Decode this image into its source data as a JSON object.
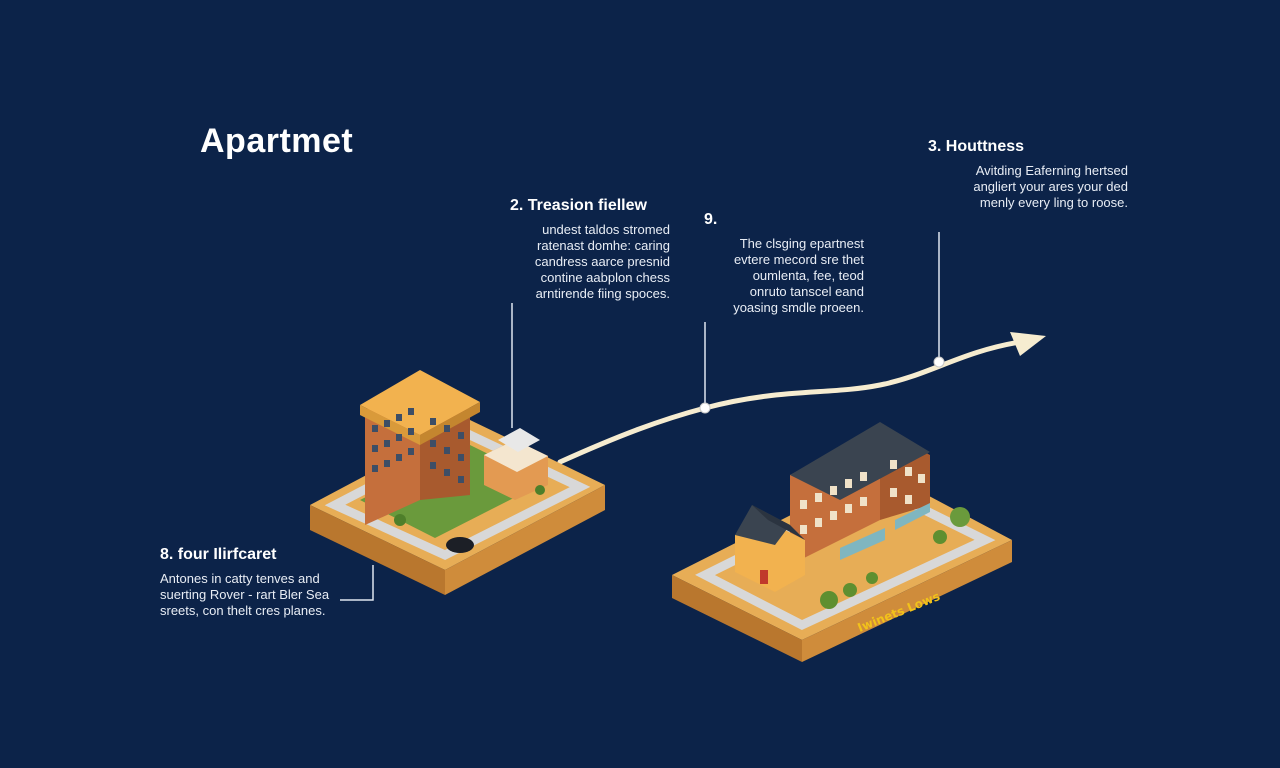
{
  "title": "Apartmet",
  "notes": [
    {
      "heading": "8. four Ilirfcaret",
      "lines": [
        "Antones in catty tenves and",
        "suerting Rover - rart Bler Sea",
        "sreets, con thelt cres planes."
      ]
    },
    {
      "heading": "2. Treasion fiellew",
      "lines": [
        "undest taldos stromed",
        "ratenast domhe: caring",
        "candress aarce presnid",
        "contine aabplon chess",
        "arntirende fiing spoces."
      ]
    },
    {
      "heading": "9.",
      "lines": [
        "The clsging epartnest",
        "evtere mecord sre thet",
        "oumlenta, fee, teod",
        "onruto tanscel eand",
        "yoasing smdle proeen."
      ]
    },
    {
      "heading": "3. Houttness",
      "lines": [
        "Avitding Eaferning hertsed",
        "angliert your ares your ded",
        "menly every ling to roose."
      ]
    }
  ],
  "map_label": "Iwinets Lows",
  "colors": {
    "background": "#0c2349",
    "arrow": "#f6ecd0",
    "base": "#e0a24c",
    "brick": "#c56f3c",
    "roof_gold": "#f2b24f",
    "roof_dark": "#3a4450",
    "grass": "#6a9a3c",
    "label": "#f2c21a"
  }
}
